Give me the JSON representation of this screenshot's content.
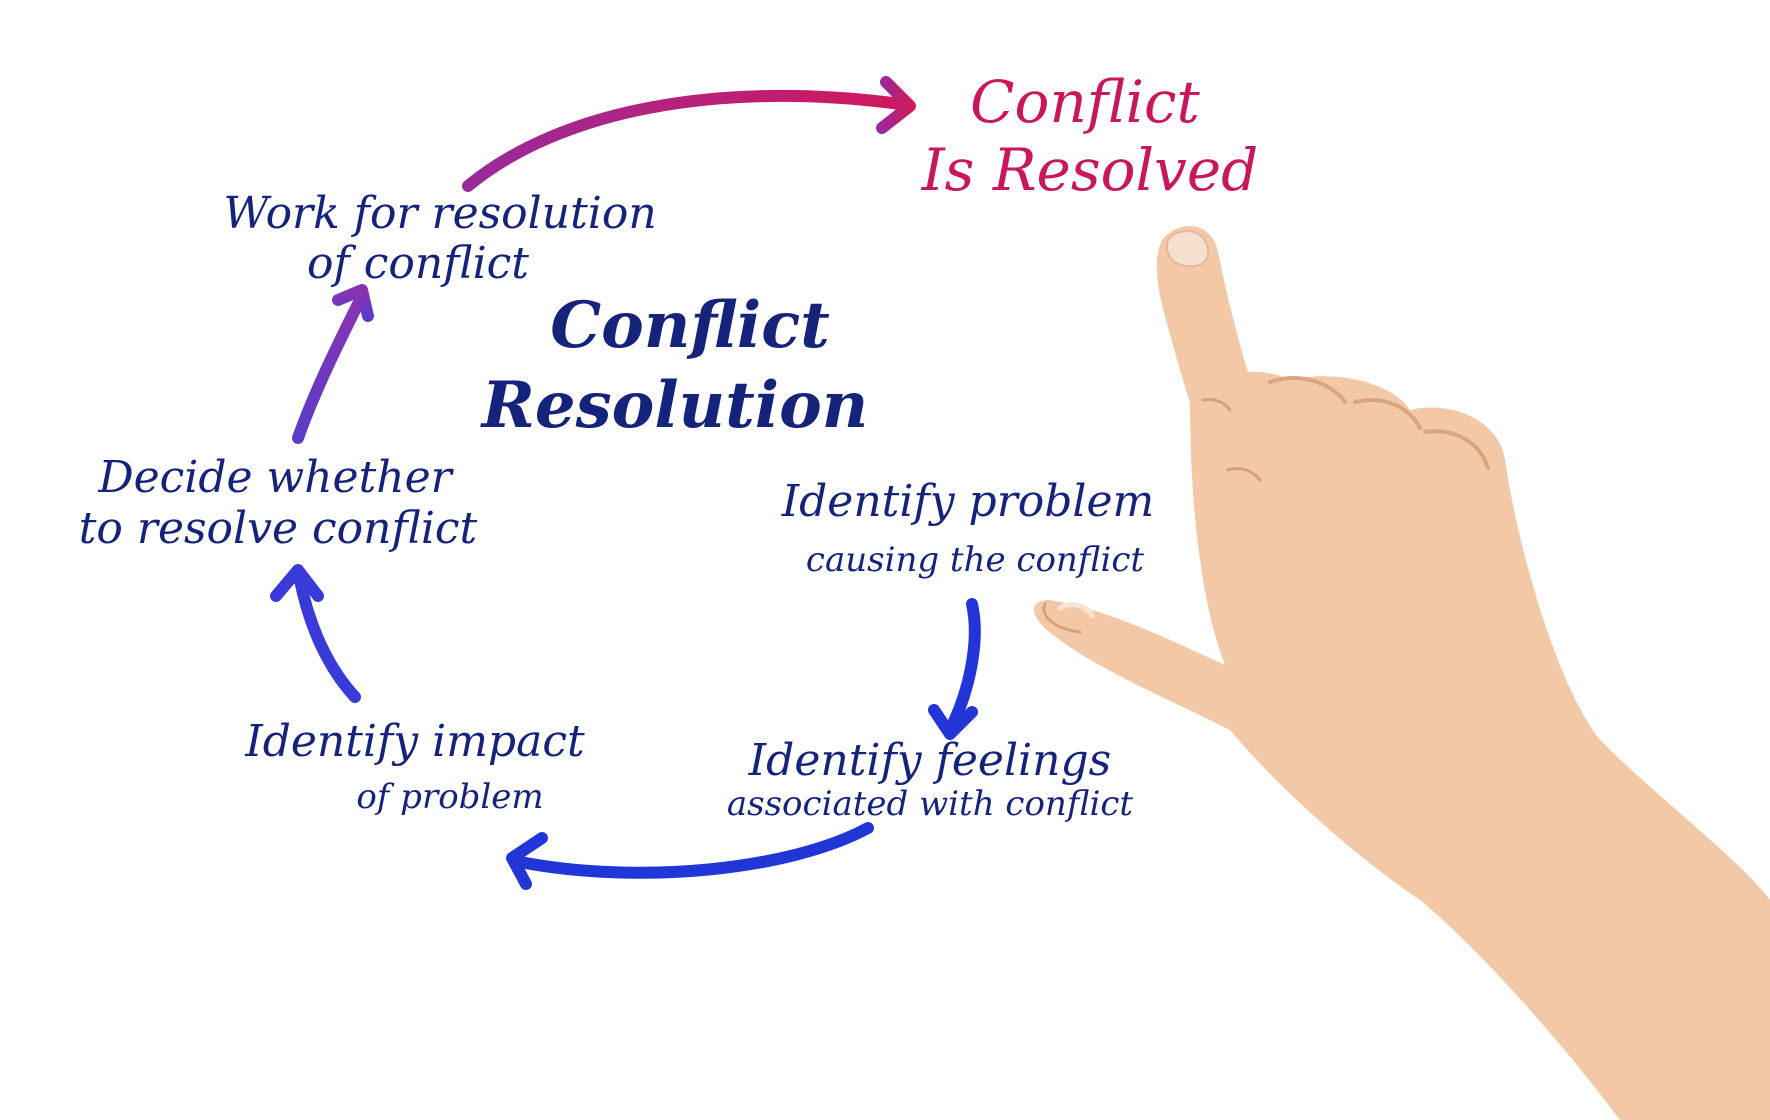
{
  "title": {
    "line1": "Conflict",
    "line2": "Resolution"
  },
  "goal": {
    "line1": "Conflict",
    "line2": "Is Resolved"
  },
  "steps": [
    {
      "line1": "Identify  problem",
      "line2": "causing the conflict"
    },
    {
      "line1": "Identify feelings",
      "line2": "associated with conflict"
    },
    {
      "line1": "Identify impact",
      "line2": "of problem"
    },
    {
      "line1": "Decide whether",
      "line2": "to resolve conflict"
    },
    {
      "line1": "Work for resolution",
      "line2": "of conflict"
    }
  ],
  "colors": {
    "text_primary": "#16237a",
    "text_goal": "#c8175a",
    "arrow_blue": "#2236d8",
    "arrow_purple": "#6a35c2",
    "arrow_magenta": "#c81a64"
  }
}
